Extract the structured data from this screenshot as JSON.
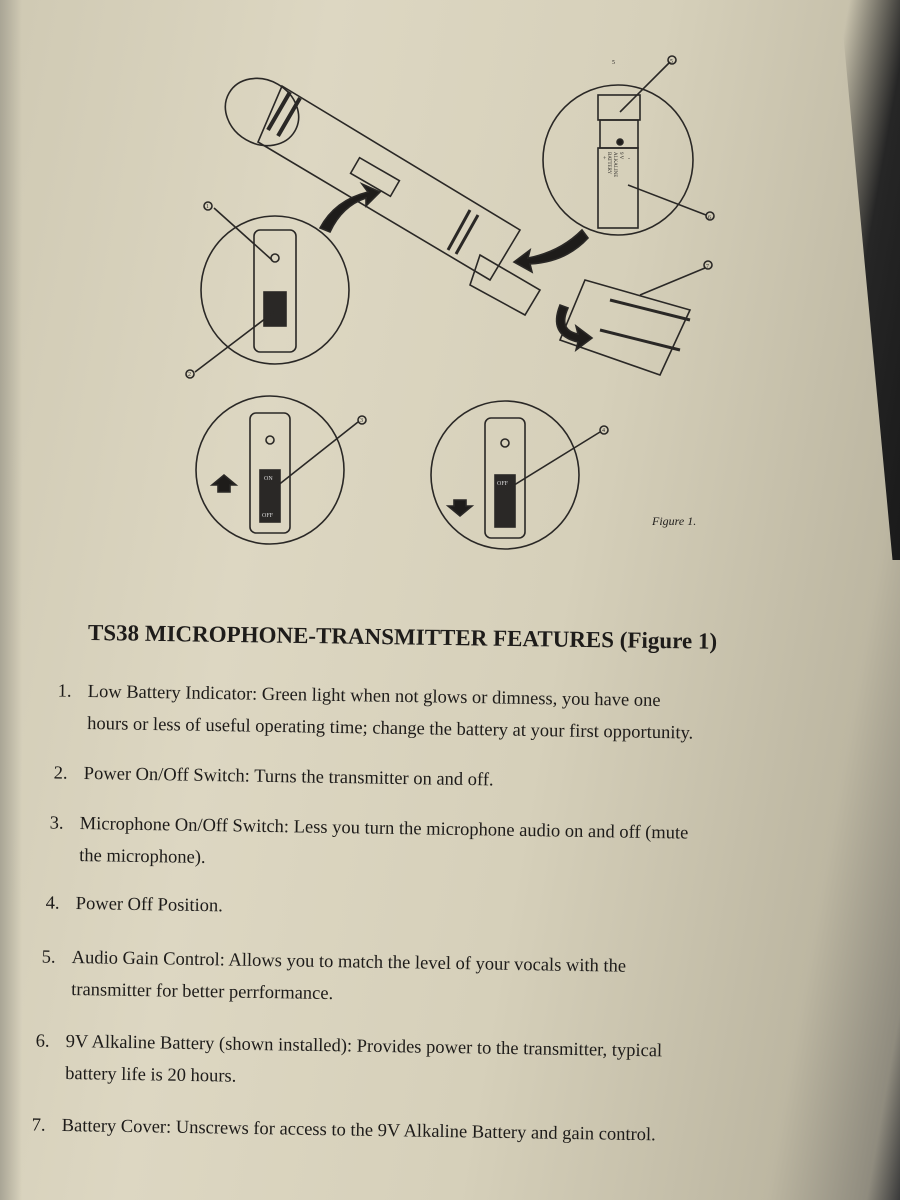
{
  "figure": {
    "caption": "Figure 1.",
    "callouts": [
      "1",
      "2",
      "3",
      "4",
      "5",
      "6",
      "7"
    ],
    "switch_labels": {
      "on": "ON",
      "off": "OFF"
    },
    "battery_label": [
      "9 V",
      "ALKALINE",
      "BATTERY"
    ],
    "battery_polarity": [
      "+",
      "-"
    ]
  },
  "title": "TS38 MICROPHONE-TRANSMITTER FEATURES (Figure 1)",
  "items": [
    {
      "num": "1.",
      "lines": [
        "Low Battery Indicator: Green light when not glows or dimness, you have one",
        "hours or less of useful operating time; change the battery at your first opportunity."
      ]
    },
    {
      "num": "2.",
      "lines": [
        "Power On/Off Switch: Turns the transmitter on and off."
      ]
    },
    {
      "num": "3.",
      "lines": [
        "Microphone On/Off Switch: Less you turn the microphone audio on and off (mute",
        "the microphone)."
      ]
    },
    {
      "num": "4.",
      "lines": [
        "Power Off Position."
      ]
    },
    {
      "num": "5.",
      "lines": [
        "Audio Gain Control: Allows you to match the level of your vocals with the",
        "transmitter for better perrformance."
      ]
    },
    {
      "num": "6.",
      "lines": [
        "9V Alkaline Battery (shown installed): Provides power to the transmitter, typical",
        "battery life is 20 hours."
      ]
    },
    {
      "num": "7.",
      "lines": [
        "Battery Cover: Unscrews for access to the 9V Alkaline Battery and gain control."
      ]
    }
  ]
}
